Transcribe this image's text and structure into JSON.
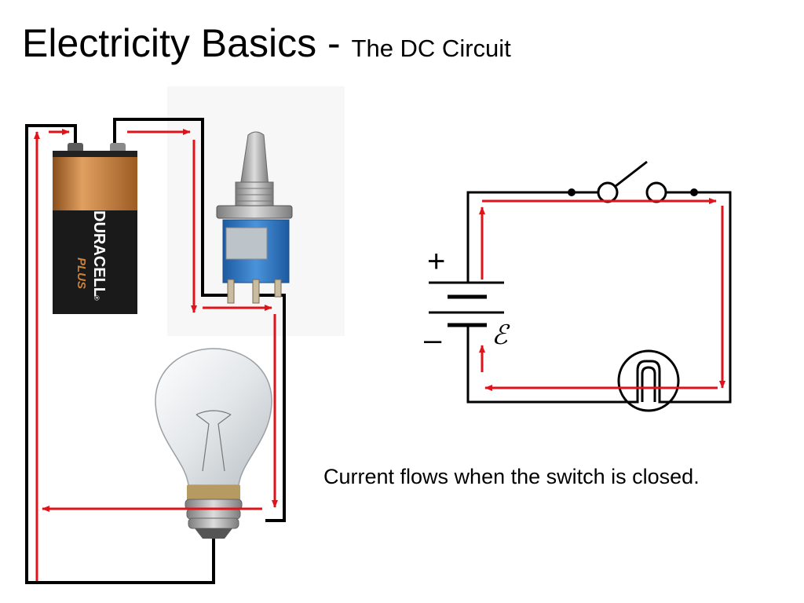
{
  "slide": {
    "title_main": "Electricity Basics - ",
    "title_sub": "The DC Circuit",
    "caption": "Current flows when the switch is closed."
  },
  "battery": {
    "brand": "DURACELL",
    "trademark": "®",
    "line": "PLUS"
  },
  "schematic": {
    "plus_sign": "+",
    "minus_sign": "–",
    "emf_symbol": "ℰ"
  },
  "colors": {
    "wire": "#000000",
    "current_arrow": "#e0131a",
    "battery_copper": "#c9823a",
    "battery_black": "#1a1a1a",
    "switch_blue": "#2f78c4",
    "switch_metal": "#a8a8a8",
    "bulb_glass": "#eef0f1",
    "bulb_base": "#9a9a9a"
  }
}
